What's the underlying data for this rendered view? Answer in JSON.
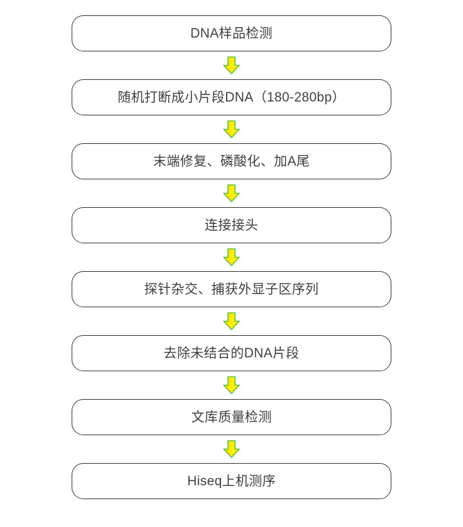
{
  "flowchart": {
    "title": "",
    "steps": [
      {
        "label": "DNA样品检测"
      },
      {
        "label": "随机打断成小片段DNA（180-280bp）"
      },
      {
        "label": "末端修复、磷酸化、加A尾"
      },
      {
        "label": "连接接头"
      },
      {
        "label": "探针杂交、捕获外显子区序列"
      },
      {
        "label": "去除未结合的DNA片段"
      },
      {
        "label": "文库质量检测"
      },
      {
        "label": "Hiseq上机测序"
      }
    ],
    "connector_icon": "down-block-arrow",
    "colors": {
      "background": "#ffffff",
      "box_fill": "#ffffff",
      "box_border": "#404040",
      "text": "#3f3f3f",
      "arrow_fill": "#ffe900",
      "arrow_fill_shade": "#cdbf00",
      "arrow_border": "#68c243"
    }
  }
}
